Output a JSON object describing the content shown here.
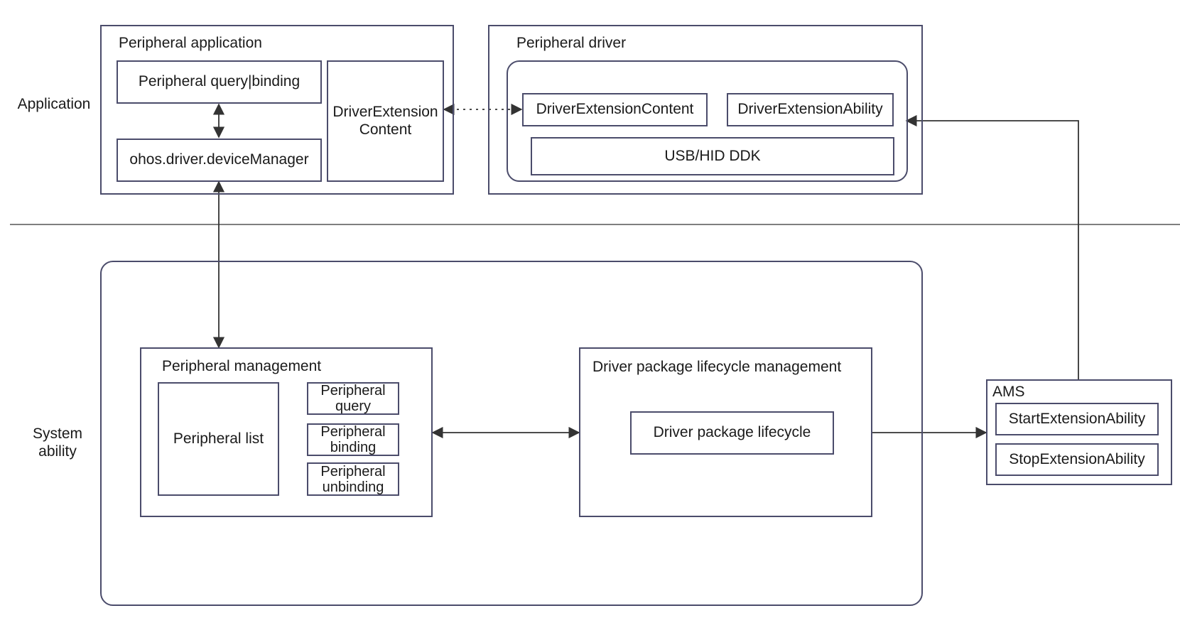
{
  "layers": {
    "application": "Application",
    "system_ability": "System\nability"
  },
  "peripheral_application": {
    "title": "Peripheral application",
    "query_binding": "Peripheral query|binding",
    "device_manager": "ohos.driver.deviceManager",
    "driver_extension_content": "DriverExtension\nContent"
  },
  "peripheral_driver": {
    "title": "Peripheral driver",
    "driver_extension_content": "DriverExtensionContent",
    "driver_extension_ability": "DriverExtensionAbility",
    "ddk": "USB/HID DDK"
  },
  "peripheral_management": {
    "title": "Peripheral management",
    "list": "Peripheral list",
    "query": "Peripheral\nquery",
    "binding": "Peripheral\nbinding",
    "unbinding": "Peripheral\nunbinding"
  },
  "driver_package": {
    "title": "Driver package lifecycle management",
    "lifecycle": "Driver package lifecycle"
  },
  "ams": {
    "title": "AMS",
    "start": "StartExtensionAbility",
    "stop": "StopExtensionAbility"
  },
  "colors": {
    "border": "#4b4c6b",
    "line": "#333333"
  }
}
